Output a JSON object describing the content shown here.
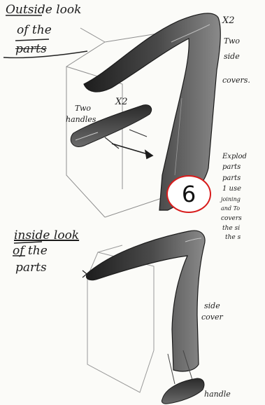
{
  "sketch": {
    "outside_title": [
      "Outside look",
      "of the",
      "parts"
    ],
    "x2_top": "X2",
    "two_side_covers": [
      "Two",
      "side",
      "covers."
    ],
    "two_handles": [
      "Two",
      "handles"
    ],
    "x2_handles": "X2",
    "exploded_note": [
      "Explod",
      "parts",
      "parts",
      "1 use",
      "joining",
      "and To",
      "covers",
      "the si",
      "the s"
    ],
    "step_number": "6",
    "inside_title": [
      "inside look",
      "of the",
      "parts"
    ],
    "side_cover_label": [
      "side",
      "cover"
    ],
    "handle_label": "handle"
  },
  "colors": {
    "badge_ring": "#d81c1c",
    "pencil": "#2a2a2a",
    "paper": "#fbfbf8"
  }
}
